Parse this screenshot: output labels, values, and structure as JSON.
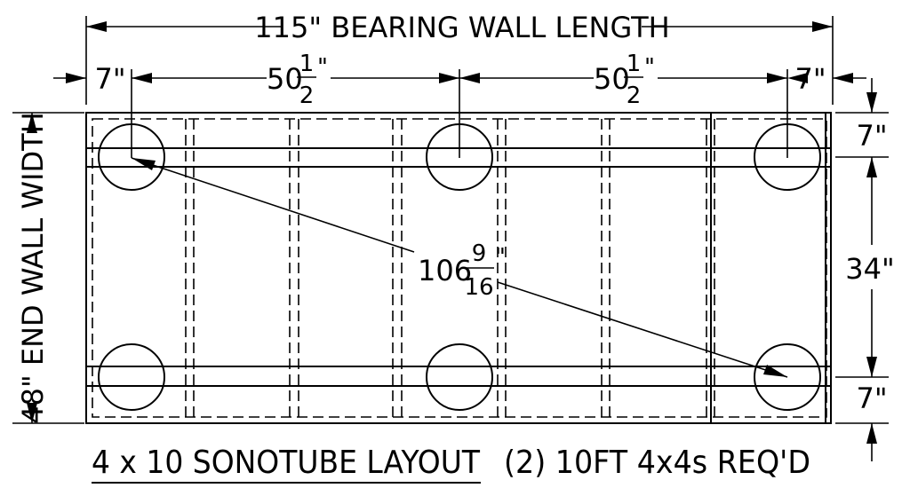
{
  "drawing": {
    "title_main": "4 x 10 SONOTUBE LAYOUT",
    "title_note": "(2) 10FT 4x4s REQ'D",
    "bearing_wall_label": "115\" BEARING WALL LENGTH",
    "end_wall_label": "48\" END WALL WIDTH",
    "left_offset": "7\"",
    "right_offset": "7\"",
    "span_whole": "50",
    "span_num": "1",
    "span_den": "2",
    "span_mark": "\"",
    "diag_whole": "106",
    "diag_num": "9",
    "diag_den": "16",
    "diag_mark": "\"",
    "top_inset": "7\"",
    "middle_span": "34\"",
    "bottom_inset": "7\""
  }
}
